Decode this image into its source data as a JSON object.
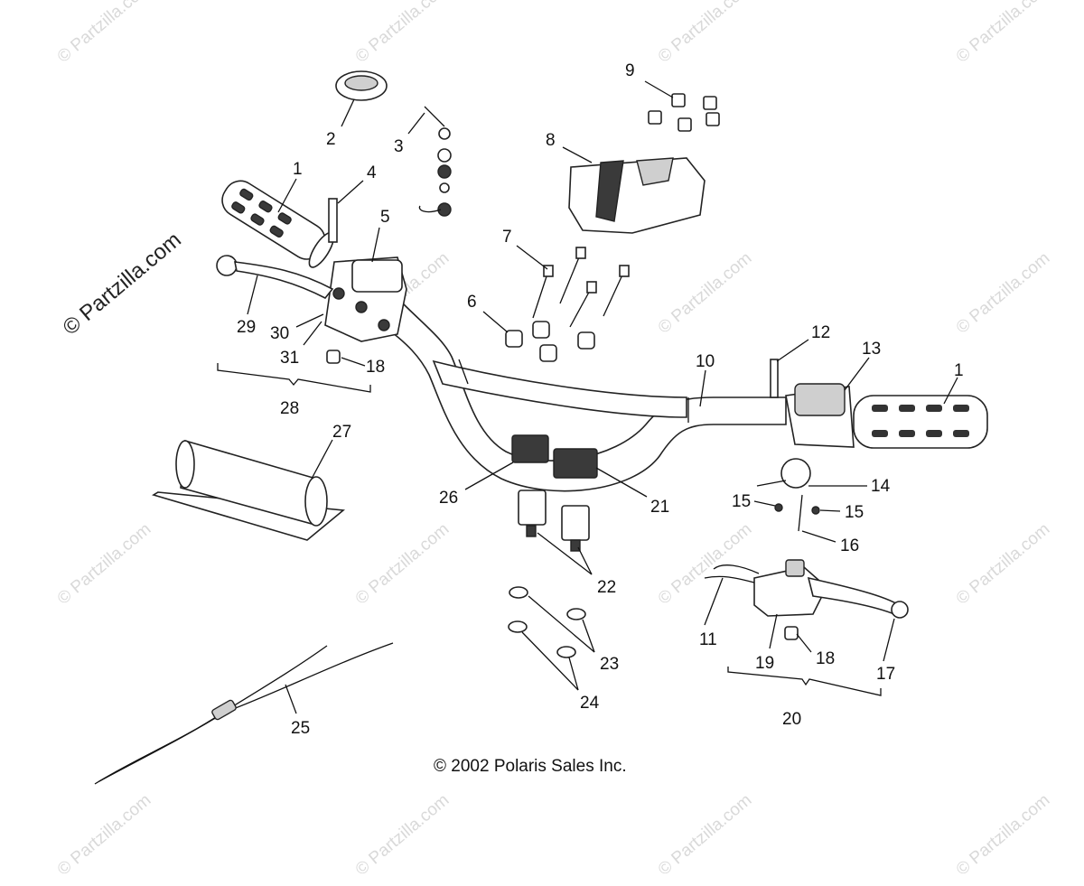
{
  "copyright": "© 2002 Polaris Sales Inc.",
  "watermark": "© Partzilla.com",
  "side_watermark": "© Partzilla.com",
  "callouts": {
    "c1a": "1",
    "c1b": "1",
    "c2": "2",
    "c3": "3",
    "c4": "4",
    "c5": "5",
    "c6": "6",
    "c7": "7",
    "c8": "8",
    "c9": "9",
    "c10": "10",
    "c11": "11",
    "c12": "12",
    "c13": "13",
    "c14": "14",
    "c15a": "15",
    "c15b": "15",
    "c16": "16",
    "c17": "17",
    "c18a": "18",
    "c18b": "18",
    "c19": "19",
    "c20": "20",
    "c21": "21",
    "c22": "22",
    "c23": "23",
    "c24": "24",
    "c25": "25",
    "c26": "26",
    "c27": "27",
    "c28": "28",
    "c29": "29",
    "c30": "30",
    "c31": "31"
  },
  "colors": {
    "line": "#111111",
    "watermark": "#d9d9d9",
    "background": "#ffffff"
  }
}
